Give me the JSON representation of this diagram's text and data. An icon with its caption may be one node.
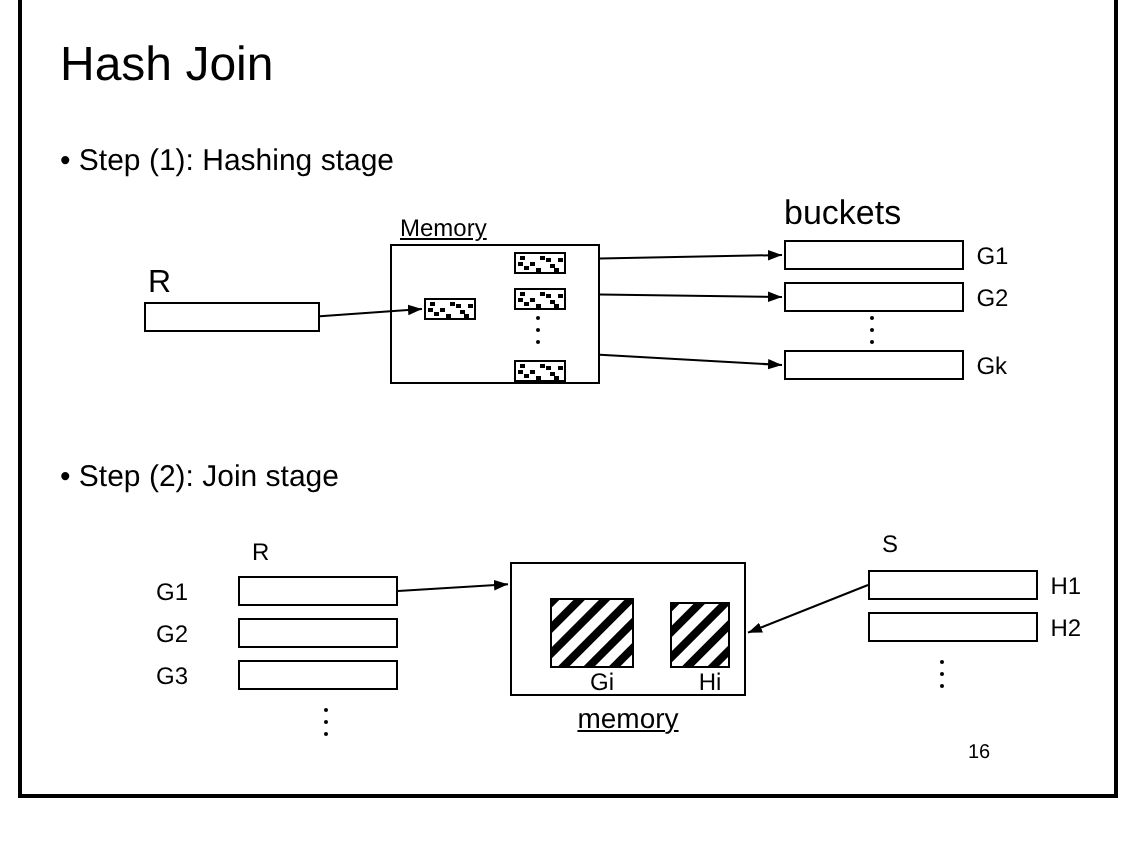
{
  "diagram": {
    "title": "Hash Join",
    "nodes": [
      {
        "text": [
          "R"
        ]
      },
      {
        "text": [
          "Memory"
        ]
      },
      {
        "text": [],
        "shape": "box",
        "in": 1
      },
      {
        "text": [],
        "shape": "box",
        "in": 1
      },
      {
        "text": [],
        "shape": "box",
        "in": 1
      },
      {
        "text": [],
        "shape": "box",
        "in": 1
      },
      {
        "text": [
          "G1"
        ]
      },
      {
        "text": [
          "G2"
        ]
      },
      {
        "text": [
          "Gk"
        ]
      },
      {
        "text": [
          "G1"
        ]
      },
      {
        "text": [
          "G2"
        ]
      },
      {
        "text": [
          "G3"
        ]
      },
      {
        "text": [
          "memory"
        ]
      },
      {
        "text": [
          "Gi"
        ],
        "in": 12
      },
      {
        "text": [
          "Hi"
        ],
        "in": 12
      },
      {
        "text": [
          "H1"
        ]
      },
      {
        "text": [
          "H2"
        ]
      }
    ],
    "edges": [
      {
        "from": 0,
        "to": 2,
        "arrow": "to"
      },
      {
        "from": 1,
        "to": 6,
        "arrow": "to"
      },
      {
        "from": 1,
        "to": 7,
        "arrow": "to"
      },
      {
        "from": 1,
        "to": 8,
        "arrow": "to"
      },
      {
        "from": 9,
        "to": 12,
        "arrow": "to"
      },
      {
        "from": 15,
        "to": 12,
        "arrow": "to"
      }
    ],
    "labels": [
      "• Step (1): Hashing stage",
      "buckets",
      "• Step (2): Join stage",
      "R",
      "S",
      "16"
    ]
  }
}
